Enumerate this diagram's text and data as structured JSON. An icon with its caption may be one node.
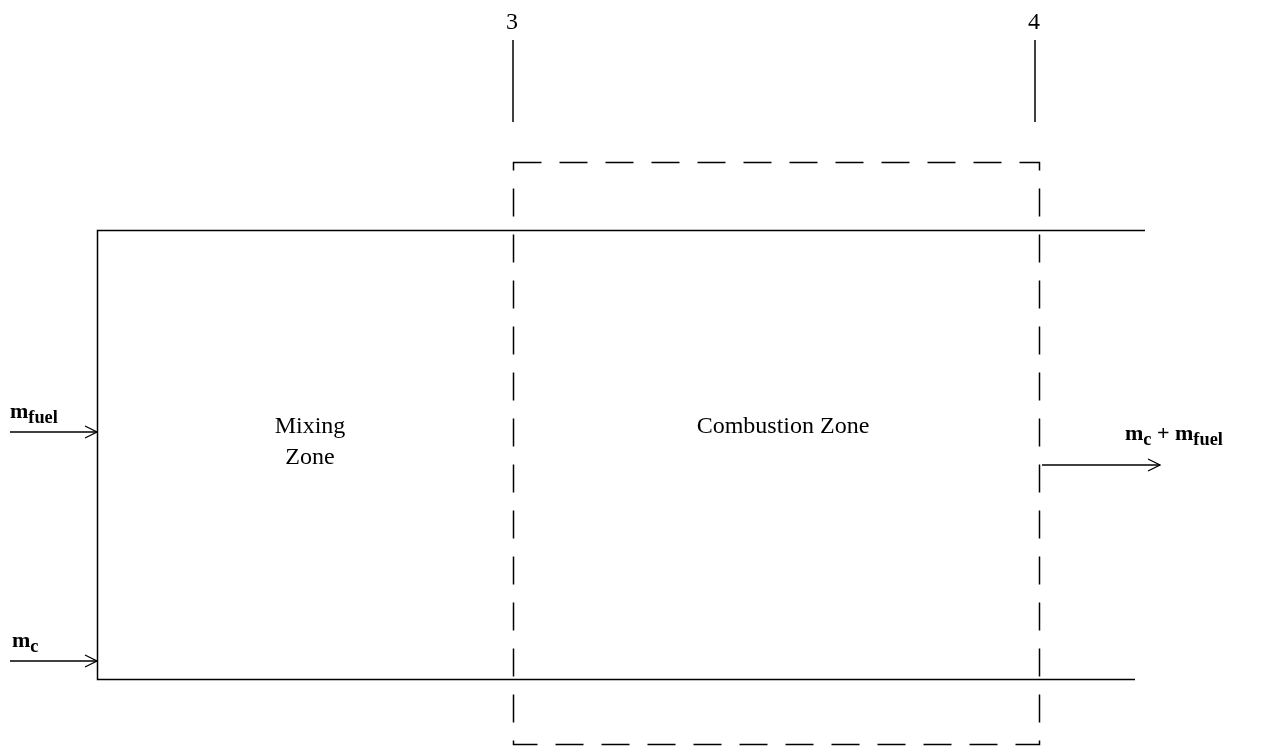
{
  "diagram": {
    "nodes": [
      {
        "text": [
          "Mixing Zone"
        ]
      },
      {
        "text": [
          "Combustion Zone"
        ]
      }
    ],
    "edges": [
      {
        "from": null,
        "to": 0,
        "arrow": "to",
        "label": "m$_{fuel}$"
      },
      {
        "from": null,
        "to": 0,
        "arrow": "to",
        "label": "m$_{c}$"
      },
      {
        "from": 1,
        "to": null,
        "arrow": "to",
        "label": "m$_{c}$ + m$_{fuel}$"
      }
    ],
    "labels": [
      "3",
      "4"
    ]
  }
}
